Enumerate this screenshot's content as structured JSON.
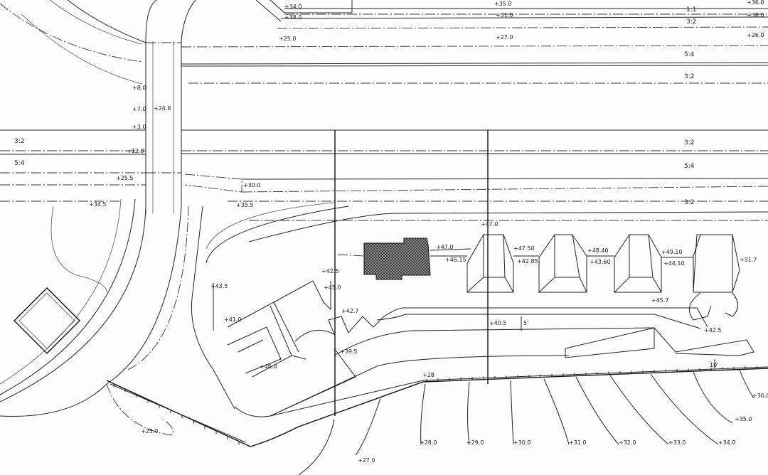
{
  "drawing": {
    "slopes": {
      "top_1_1": "1:1",
      "top_3_2": "3:2",
      "top_5_4": "5:4",
      "upper_3_2": "3:2",
      "mid_3_2": "3:2",
      "mid_5_4": "5:4",
      "low_3_2": "3:2",
      "left_3_2": "3:2",
      "left_5_4": "5:4"
    },
    "elevations_top": [
      "+34.0",
      "+38.0",
      "+25.0",
      "+35.0",
      "+31.0",
      "+27.0",
      "+36.0",
      "+38.0",
      "+26.0"
    ],
    "elevations_road": [
      "+8.0",
      "+7.0",
      "+3.0",
      "+12.0",
      "+24.8",
      "+25.5",
      "+30.0",
      "+35.5",
      "+34.5"
    ],
    "elevations_buildings": [
      "+47.0",
      "+47.0",
      "+46.15",
      "+47.50",
      "+42.85",
      "+48.40",
      "+43.60",
      "+49.10",
      "+44.10",
      "+51.7",
      "+45.7",
      "+42.5"
    ],
    "elevations_left_building": [
      "+43.5",
      "+42.5",
      "+45.0",
      "+41.0",
      "+42.7",
      "+40.5",
      "+39.5",
      "+46.0",
      "+28"
    ],
    "dimensions": {
      "gap_5": "5'",
      "gap_10": "10'"
    },
    "contours": [
      "+25.0",
      "+27.0",
      "+28.0",
      "+29.0",
      "+30.0",
      "+31.0",
      "+32.0",
      "+33.0",
      "+34.0",
      "+35.0",
      "+36.0"
    ]
  }
}
